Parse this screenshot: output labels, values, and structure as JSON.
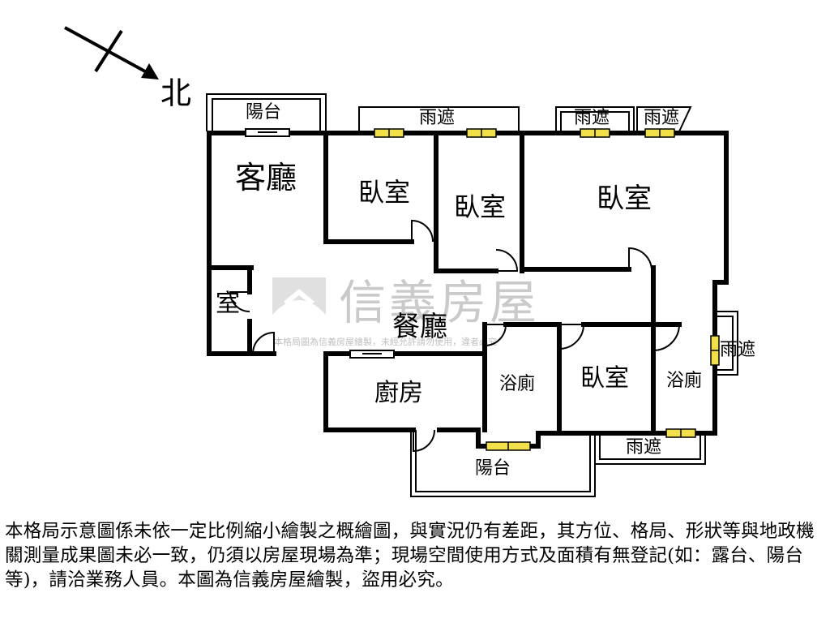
{
  "compass": {
    "label": "北"
  },
  "rooms": {
    "living": "客廳",
    "bedroom_1": "臥室",
    "bedroom_2": "臥室",
    "bedroom_master": "臥室",
    "small_room": "室",
    "dining": "餐廳",
    "kitchen": "廚房",
    "bath_1": "浴廁",
    "bedroom_4": "臥室",
    "bath_2": "浴廁"
  },
  "exterior": {
    "balcony_top": "陽台",
    "canopy_top": "雨遮",
    "canopy_top_2": "雨遮",
    "canopy_top_3": "雨遮",
    "canopy_right": "雨遮",
    "canopy_bottom": "雨遮",
    "balcony_bottom": "陽台"
  },
  "watermark": {
    "brand": "信義房屋",
    "notice": "本格局圖為信義房屋繪製，未經允許請勿使用，違者必究"
  },
  "disclaimer": "本格局示意圖係未依一定比例縮小繪製之概繪圖，與實況仍有差距，其方位、格局、形狀等與地政機關測量成果圖未必一致，仍須以房屋現場為準；現場空間使用方式及面積有無登記(如：露台、陽台等)，請洽業務人員。本圖為信義房屋繪製，盜用必究。",
  "colors": {
    "wall": "#000000",
    "window": "#f2e04a",
    "watermark": "#b9b9b9"
  }
}
